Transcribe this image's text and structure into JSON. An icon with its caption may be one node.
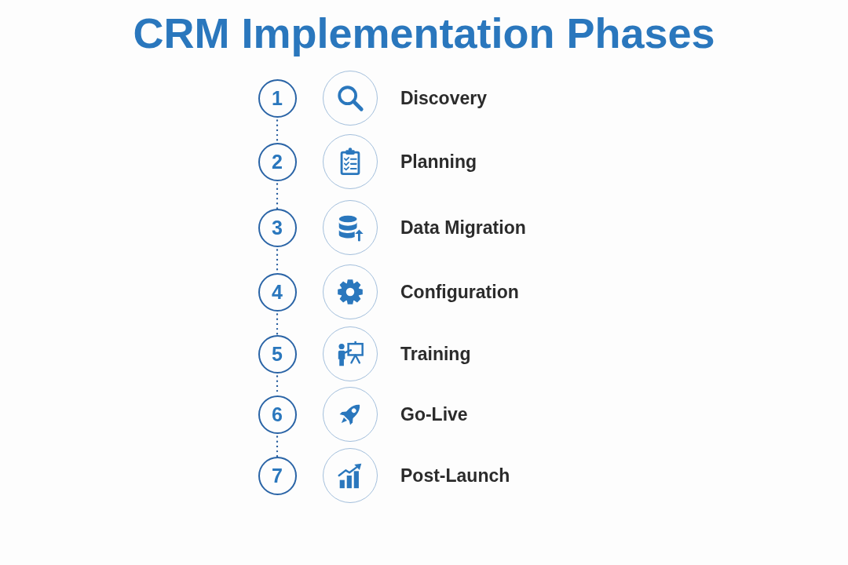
{
  "diagram": {
    "title": "CRM Implementation Phases",
    "nodes": [
      {
        "text": [
          "1"
        ]
      },
      {
        "text": [],
        "shape": "circle",
        "beside": [
          "Discovery"
        ]
      },
      {
        "text": [
          "2"
        ]
      },
      {
        "text": [],
        "shape": "circle",
        "beside": [
          "Planning"
        ]
      },
      {
        "text": [
          "3"
        ]
      },
      {
        "text": [],
        "shape": "circle",
        "beside": [
          "Data Migration"
        ]
      },
      {
        "text": [
          "4"
        ]
      },
      {
        "text": [],
        "shape": "circle",
        "beside": [
          "Configuration"
        ]
      },
      {
        "text": [
          "5"
        ]
      },
      {
        "text": [],
        "shape": "circle",
        "beside": [
          "Training"
        ]
      },
      {
        "text": [
          "6"
        ]
      },
      {
        "text": [],
        "shape": "circle",
        "beside": [
          "Go-Live"
        ]
      },
      {
        "text": [
          "7"
        ]
      },
      {
        "text": [],
        "shape": "circle",
        "beside": [
          "Post-Launch"
        ]
      }
    ],
    "edges": [
      {
        "from": 0,
        "to": 2,
        "arrow": "none",
        "style": "dashed"
      },
      {
        "from": 2,
        "to": 4,
        "arrow": "none",
        "style": "dashed"
      },
      {
        "from": 4,
        "to": 6,
        "arrow": "none",
        "style": "dashed"
      },
      {
        "from": 6,
        "to": 8,
        "arrow": "none",
        "style": "dashed"
      },
      {
        "from": 8,
        "to": 10,
        "arrow": "none",
        "style": "dashed"
      },
      {
        "from": 10,
        "to": 12,
        "arrow": "none",
        "style": "dashed"
      }
    ]
  }
}
